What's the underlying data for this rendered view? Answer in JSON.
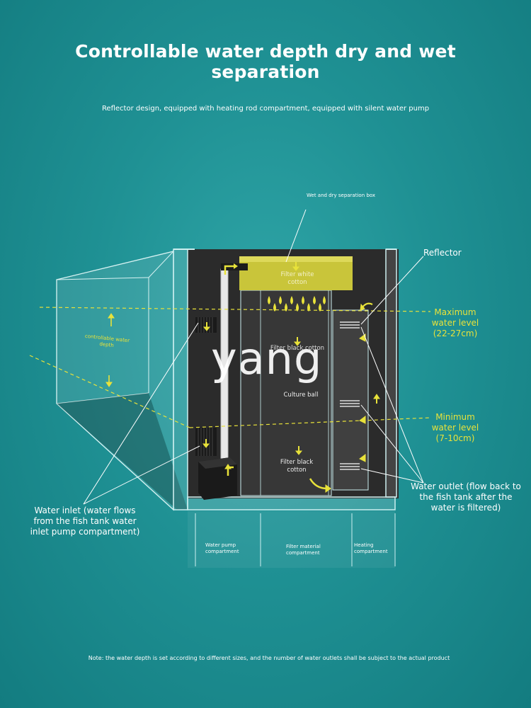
{
  "header": {
    "title": "Controllable water depth dry and wet separation",
    "subtitle": "Reflector design, equipped with heating rod compartment, equipped with silent water pump"
  },
  "labels": {
    "wet_dry_box": "Wet and dry separation box",
    "filter_white_cotton": "Filter white cotton",
    "filter_black_cotton_upper": "Filter black cotton",
    "culture_ball": "Culture ball",
    "filter_black_cotton_lower": "Filter black cotton",
    "controllable_water_depth": "controllable water depth",
    "reflector": "Reflector",
    "max_level": "Maximum water level (22-27cm)",
    "min_level": "Minimum water level (7-10cm)",
    "water_inlet": "Water inlet (water flows from the fish tank water inlet pump compartment)",
    "water_outlet": "Water outlet (flow back to the fish tank after the water is filtered)",
    "pump_compartment": "Water pump compartment",
    "filter_material_compartment": "Filter material compartment",
    "heating_compartment": "Heating compartment"
  },
  "watermark": "yang",
  "footer": {
    "note": "Note: the water depth is set according to different sizes, and the number of water outlets shall be subject to the actual product"
  },
  "colors": {
    "background": "#1f9194",
    "accent_yellow": "#e8e23a",
    "tank_dark": "#2b2b2b",
    "glass_edge": "#cdeff0"
  }
}
